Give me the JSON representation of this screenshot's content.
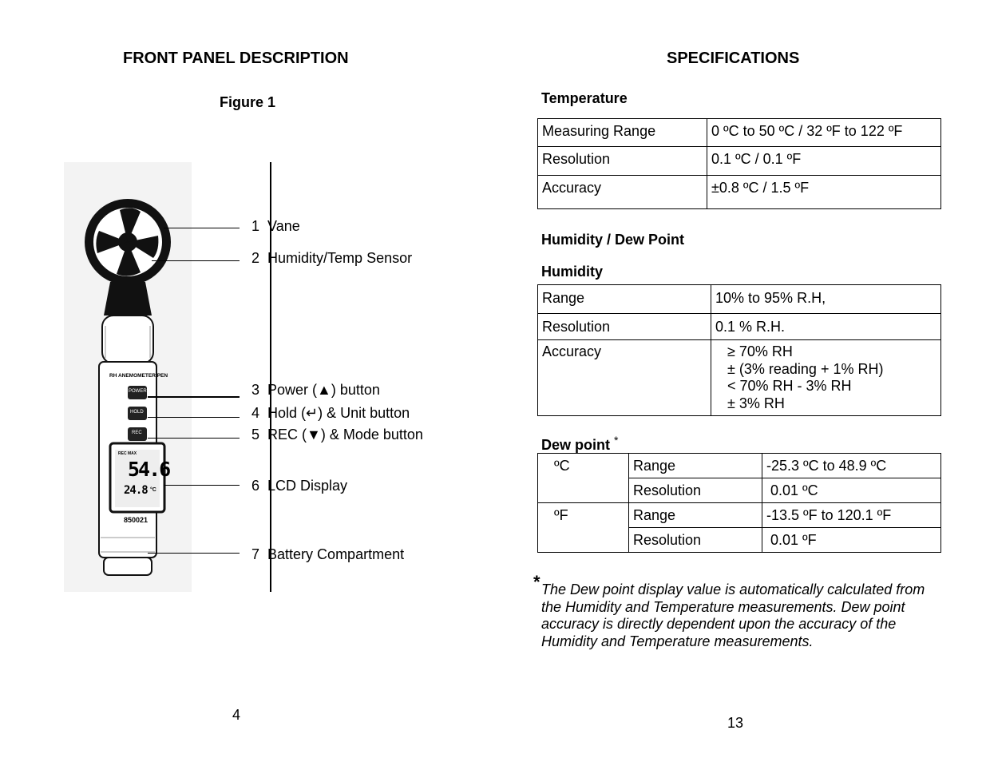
{
  "left_page": {
    "title": "FRONT PANEL DESCRIPTION",
    "figure_label": "Figure 1",
    "device": {
      "header_text": "RH ANEMOMETER PEN",
      "button_power": "POWER",
      "button_hold": "HOLD",
      "button_rec": "REC",
      "lcd_top": "REC  MAX",
      "lcd_main": "54.6",
      "lcd_sub": "24.8",
      "lcd_unit": "°C",
      "model": "850021"
    },
    "callouts": [
      {
        "num": "1",
        "label": "Vane"
      },
      {
        "num": "2",
        "label": "Humidity/Temp Sensor"
      },
      {
        "num": "3",
        "label": "Power (▲) button"
      },
      {
        "num": "4",
        "label": "Hold (↵) & Unit button"
      },
      {
        "num": "5",
        "label": "REC (▼) & Mode button"
      },
      {
        "num": "6",
        "label": "LCD Display"
      },
      {
        "num": "7",
        "label": "Battery Compartment"
      }
    ],
    "page_number": "4"
  },
  "right_page": {
    "title": "SPECIFICATIONS",
    "temperature": {
      "heading": "Temperature",
      "rows": [
        {
          "label": "Measuring Range",
          "value": "0 ºC to 50 ºC / 32 ºF to 122 ºF"
        },
        {
          "label": "Resolution",
          "value": "0.1 ºC / 0.1  ºF"
        },
        {
          "label": "Accuracy",
          "value": "±0.8 ºC / 1.5  ºF"
        }
      ]
    },
    "humidity_dew_heading": "Humidity / Dew Point",
    "humidity": {
      "heading": "Humidity",
      "range_label": "Range",
      "range_value": "10% to 95% R.H,",
      "resolution_label": "Resolution",
      "resolution_value": "0.1 % R.H.",
      "accuracy_label": "Accuracy",
      "accuracy_lines": [
        "≥ 70% RH",
        "± (3% reading + 1% RH)",
        "< 70% RH - 3% RH",
        "± 3% RH"
      ]
    },
    "dew_point": {
      "heading": "Dew point",
      "asterisk": "*",
      "c_unit": "ºC",
      "f_unit": "ºF",
      "c_range_label": "Range",
      "c_range_value": "-25.3 ºC to 48.9 ºC",
      "c_res_label": "Resolution",
      "c_res_value": " 0.01 ºC",
      "f_range_label": "Range",
      "f_range_value": "-13.5 ºF to 120.1 ºF",
      "f_res_label": "Resolution",
      "f_res_value": " 0.01 ºF"
    },
    "footnote_star": "*",
    "footnote": "The Dew point display value is automatically calculated from the Humidity and Temperature measurements. Dew point accuracy is directly dependent upon the accuracy of the Humidity and Temperature measurements.",
    "page_number": "13"
  }
}
